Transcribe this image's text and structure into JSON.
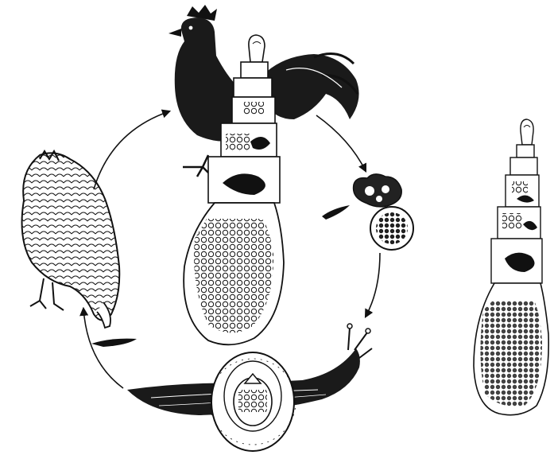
{
  "figure": {
    "stages": [
      {
        "id": "rooster",
        "icon": "rooster-icon"
      },
      {
        "id": "tapeworm-segments",
        "icon": "tapeworm-segment-icon"
      },
      {
        "id": "egg-clusters",
        "icon": "egg-cluster-icon"
      },
      {
        "id": "slug",
        "icon": "slug-icon"
      },
      {
        "id": "larva-cyst",
        "icon": "cysticercoid-icon"
      },
      {
        "id": "hen",
        "icon": "hen-icon"
      },
      {
        "id": "earthworm-larva",
        "icon": "larva-icon"
      },
      {
        "id": "gravid-segment-detail",
        "icon": "gravid-segment-icon"
      }
    ],
    "cycle_arrows": 4,
    "ink_color": "#111111",
    "paper_color": "#ffffff"
  }
}
